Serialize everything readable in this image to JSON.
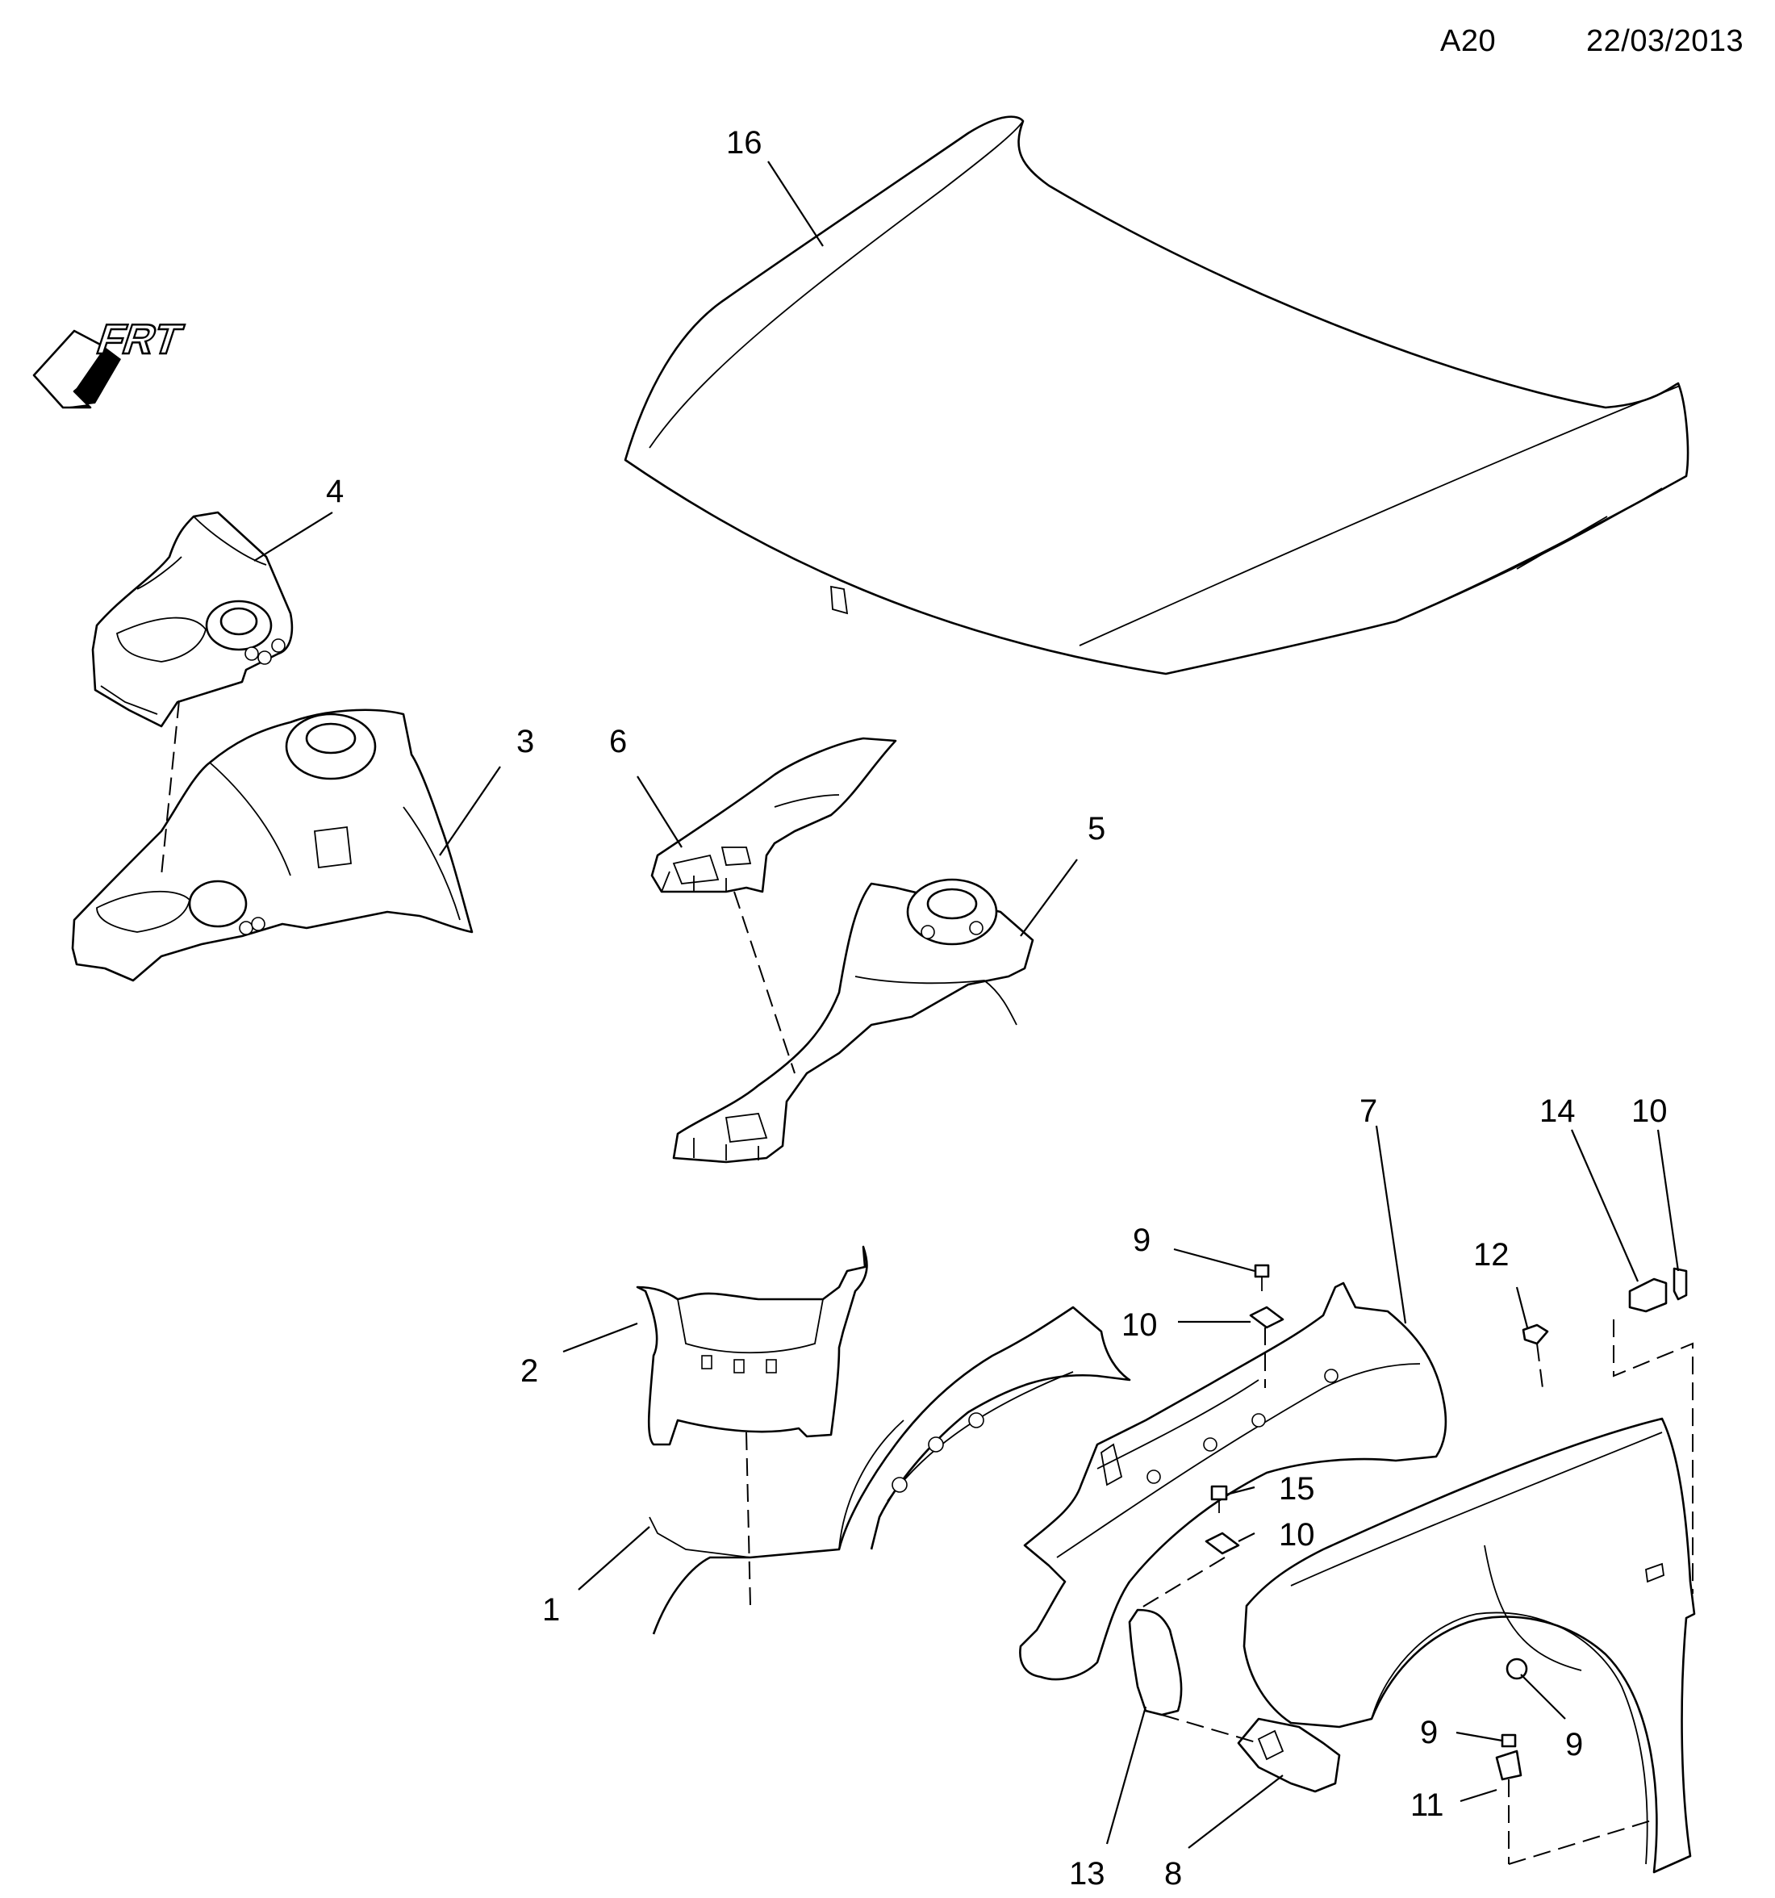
{
  "header": {
    "page_code": "A20",
    "date": "22/03/2013"
  },
  "orientation": {
    "label": "FRT",
    "icon": "front-direction-arrow-icon"
  },
  "callouts": {
    "c1": "1",
    "c2": "2",
    "c3": "3",
    "c4": "4",
    "c5": "5",
    "c6": "6",
    "c7": "7",
    "c8": "8",
    "c9a": "9",
    "c9b": "9",
    "c9c": "9",
    "c10a": "10",
    "c10b": "10",
    "c10c": "10",
    "c11": "11",
    "c12": "12",
    "c13": "13",
    "c14": "14",
    "c15": "15",
    "c16": "16"
  }
}
